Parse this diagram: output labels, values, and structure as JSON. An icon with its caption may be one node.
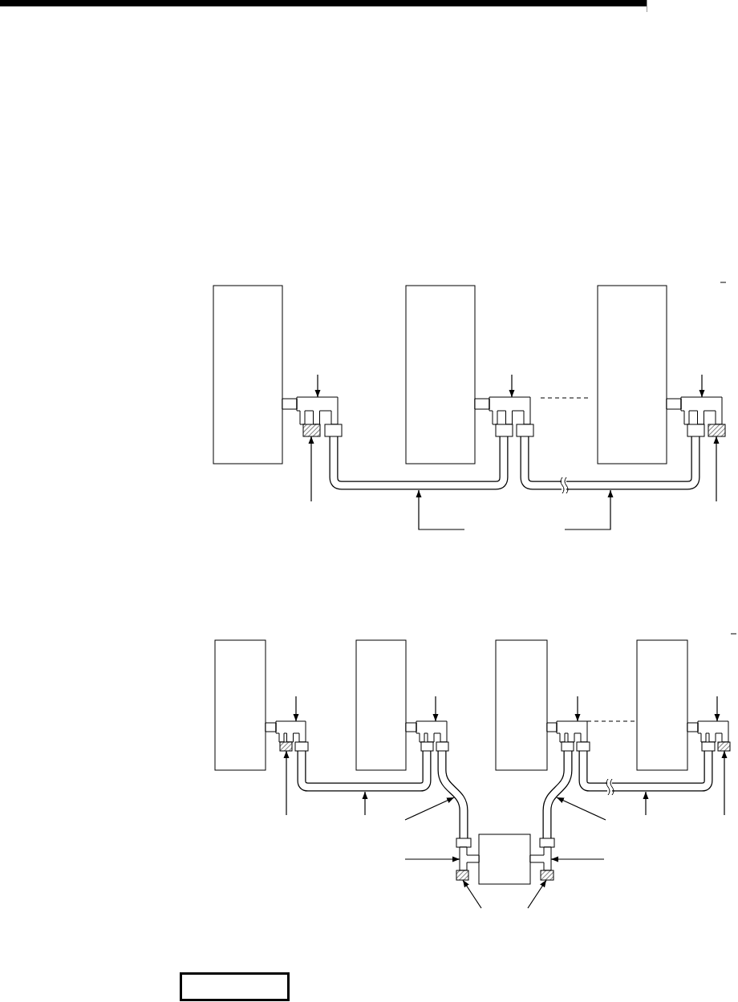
{
  "diagram": {
    "nodes": [
      {
        "text": [],
        "shape": "box"
      },
      {
        "text": [],
        "shape": "box"
      },
      {
        "text": [],
        "shape": "box"
      },
      {
        "text": [],
        "shape": "connector"
      },
      {
        "text": [],
        "shape": "connector"
      },
      {
        "text": [],
        "shape": "connector"
      },
      {
        "text": [],
        "shape": "box"
      },
      {
        "text": [],
        "shape": "box"
      },
      {
        "text": [],
        "shape": "cable"
      },
      {
        "text": [],
        "shape": "cable"
      },
      {
        "text": [],
        "shape": "box"
      },
      {
        "text": [],
        "shape": "box"
      },
      {
        "text": [],
        "shape": "box"
      },
      {
        "text": [],
        "shape": "box"
      },
      {
        "text": [],
        "shape": "connector"
      },
      {
        "text": [],
        "shape": "connector"
      },
      {
        "text": [],
        "shape": "connector"
      },
      {
        "text": [],
        "shape": "connector"
      },
      {
        "text": [],
        "shape": "box"
      },
      {
        "text": [],
        "shape": "box"
      },
      {
        "text": [],
        "shape": "cable"
      },
      {
        "text": [],
        "shape": "cable"
      },
      {
        "text": [],
        "shape": "cable"
      },
      {
        "text": [],
        "shape": "cable"
      },
      {
        "text": [],
        "shape": "box"
      },
      {
        "text": [],
        "shape": "connector"
      },
      {
        "text": [],
        "shape": "connector"
      },
      {
        "text": [],
        "shape": "box"
      },
      {
        "text": [],
        "shape": "box"
      },
      {
        "text": [],
        "shape": "box"
      }
    ],
    "edges": [
      {
        "from": null,
        "to": 3,
        "arrow": "to"
      },
      {
        "from": null,
        "to": 4,
        "arrow": "to"
      },
      {
        "from": null,
        "to": 5,
        "arrow": "to"
      },
      {
        "from": null,
        "to": 6,
        "arrow": "to"
      },
      {
        "from": null,
        "to": 7,
        "arrow": "to"
      },
      {
        "from": null,
        "to": 8,
        "arrow": "to"
      },
      {
        "from": null,
        "to": 9,
        "arrow": "to"
      },
      {
        "from": null,
        "to": 14,
        "arrow": "to"
      },
      {
        "from": null,
        "to": 15,
        "arrow": "to"
      },
      {
        "from": null,
        "to": 16,
        "arrow": "to"
      },
      {
        "from": null,
        "to": 17,
        "arrow": "to"
      },
      {
        "from": null,
        "to": 18,
        "arrow": "to"
      },
      {
        "from": null,
        "to": 20,
        "arrow": "to"
      },
      {
        "from": null,
        "to": 22,
        "arrow": "to"
      },
      {
        "from": null,
        "to": 23,
        "arrow": "to"
      },
      {
        "from": null,
        "to": 21,
        "arrow": "to"
      },
      {
        "from": null,
        "to": 19,
        "arrow": "to"
      },
      {
        "from": null,
        "to": 25,
        "arrow": "to"
      },
      {
        "from": null,
        "to": 26,
        "arrow": "to"
      },
      {
        "from": null,
        "to": 27,
        "arrow": "to"
      },
      {
        "from": null,
        "to": 28,
        "arrow": "to"
      },
      {
        "from": 16,
        "to": 13,
        "arrow": "none",
        "style": "dashed"
      }
    ]
  }
}
